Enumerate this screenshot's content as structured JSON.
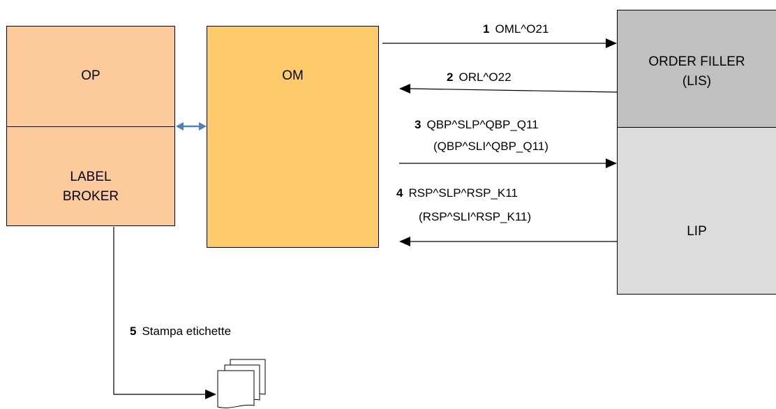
{
  "colors": {
    "op_fill": "#FDCB9B",
    "om_fill": "#FECB6A",
    "order_filler_fill": "#C0C0C0",
    "lip_fill": "#DCDCDC",
    "connector": "#4F81BD"
  },
  "boxes": {
    "op": "OP",
    "label_broker_line1": "LABEL",
    "label_broker_line2": "BROKER",
    "om": "OM",
    "order_filler_line1": "ORDER FILLER",
    "order_filler_line2": "(LIS)",
    "lip": "LIP"
  },
  "messages": [
    {
      "num": "1",
      "text": "OML^O21",
      "direction": "to-order-filler"
    },
    {
      "num": "2",
      "text": "ORL^O22",
      "direction": "to-om"
    },
    {
      "num": "3",
      "text": "QBP^SLP^QBP_Q11",
      "alt": "(QBP^SLI^QBP_Q11)",
      "direction": "to-lip"
    },
    {
      "num": "4",
      "text": "RSP^SLP^RSP_K11",
      "alt": "(RSP^SLI^RSP_K11)",
      "direction": "to-om"
    },
    {
      "num": "5",
      "text": "Stampa etichette",
      "direction": "to-printer"
    }
  ],
  "icons": {
    "bidirectional": "double-arrow-icon",
    "printer_output": "document-stack-icon"
  }
}
